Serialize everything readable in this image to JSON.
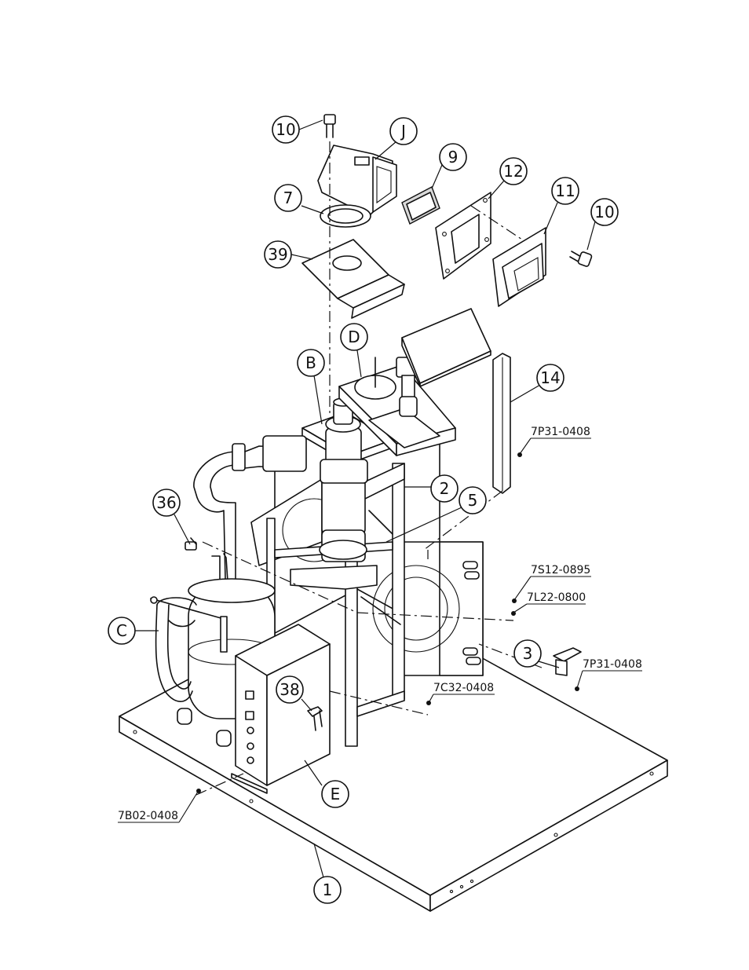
{
  "balloons": {
    "b10a": "10",
    "bJ": "J",
    "b9": "9",
    "b12": "12",
    "b7": "7",
    "b11": "11",
    "b10b": "10",
    "b39": "39",
    "bD": "D",
    "bB": "B",
    "b14": "14",
    "b2": "2",
    "b5": "5",
    "b36": "36",
    "bC": "C",
    "b3": "3",
    "b38": "38",
    "bE": "E",
    "b1": "1"
  },
  "part_numbers": {
    "p7P31a": "7P31-0408",
    "p7S12": "7S12-0895",
    "p7L22": "7L22-0800",
    "p7P31b": "7P31-0408",
    "p7C32": "7C32-0408",
    "p7B02": "7B02-0408"
  }
}
